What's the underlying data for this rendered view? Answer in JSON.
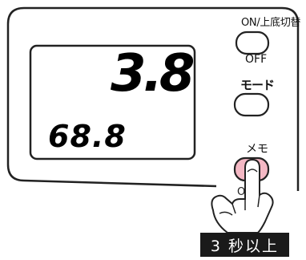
{
  "device": {
    "display": {
      "main_value": "3.8",
      "sub_value": "68.8"
    },
    "buttons": {
      "on_off": {
        "top_label": "ON/上底切替",
        "bottom_label": "OFF"
      },
      "mode": {
        "label": "モード"
      },
      "memo": {
        "label": "メモ",
        "pressed": true,
        "highlight_color": "#f4b8c4"
      }
    }
  },
  "instruction": {
    "caption": "3 秒以上"
  },
  "colors": {
    "panel_border": "#222222",
    "lcd_border": "#222222",
    "caption_bg": "#1a1a1a",
    "caption_text": "#ffffff"
  }
}
